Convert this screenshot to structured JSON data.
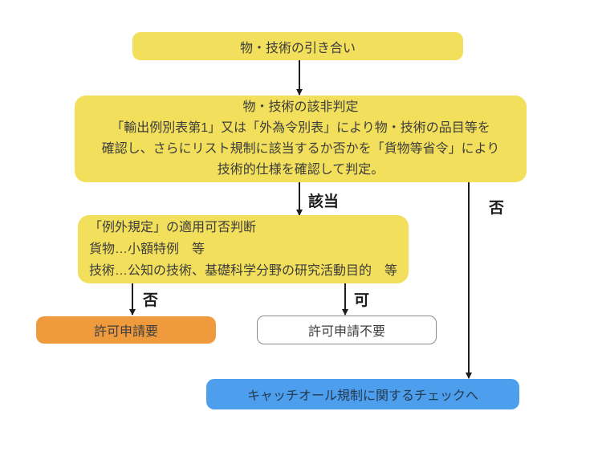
{
  "colors": {
    "yellow": "#F2DF5B",
    "orange": "#EF9B3D",
    "blue": "#4D9FED",
    "gray_border": "#8a8a8a",
    "arrow": "#1c1c1c",
    "text": "#3d3d3d",
    "blue_text": "#243a50"
  },
  "nodes": {
    "inquiry": {
      "label": "物・技術の引き合い"
    },
    "judgment": {
      "lines": [
        "物・技術の該非判定",
        "「輸出例別表第1」又は「外為令別表」により物・技術の品目等を",
        "確認し、さらにリスト規制に該当するか否かを「貨物等省令」により",
        "技術的仕様を確認して判定。"
      ]
    },
    "exception": {
      "lines": [
        "「例外規定」の適用可否判断",
        "貨物…小額特例　等",
        "技術…公知の技術、基礎科学分野の研究活動目的　等"
      ]
    },
    "license_required": {
      "label": "許可申請要"
    },
    "license_not_required": {
      "label": "許可申請不要"
    },
    "catch_all": {
      "label": "キャッチオール規制に関するチェックへ"
    }
  },
  "edge_labels": {
    "applicable": "該当",
    "no_right": "否",
    "no_left": "否",
    "yes": "可"
  }
}
